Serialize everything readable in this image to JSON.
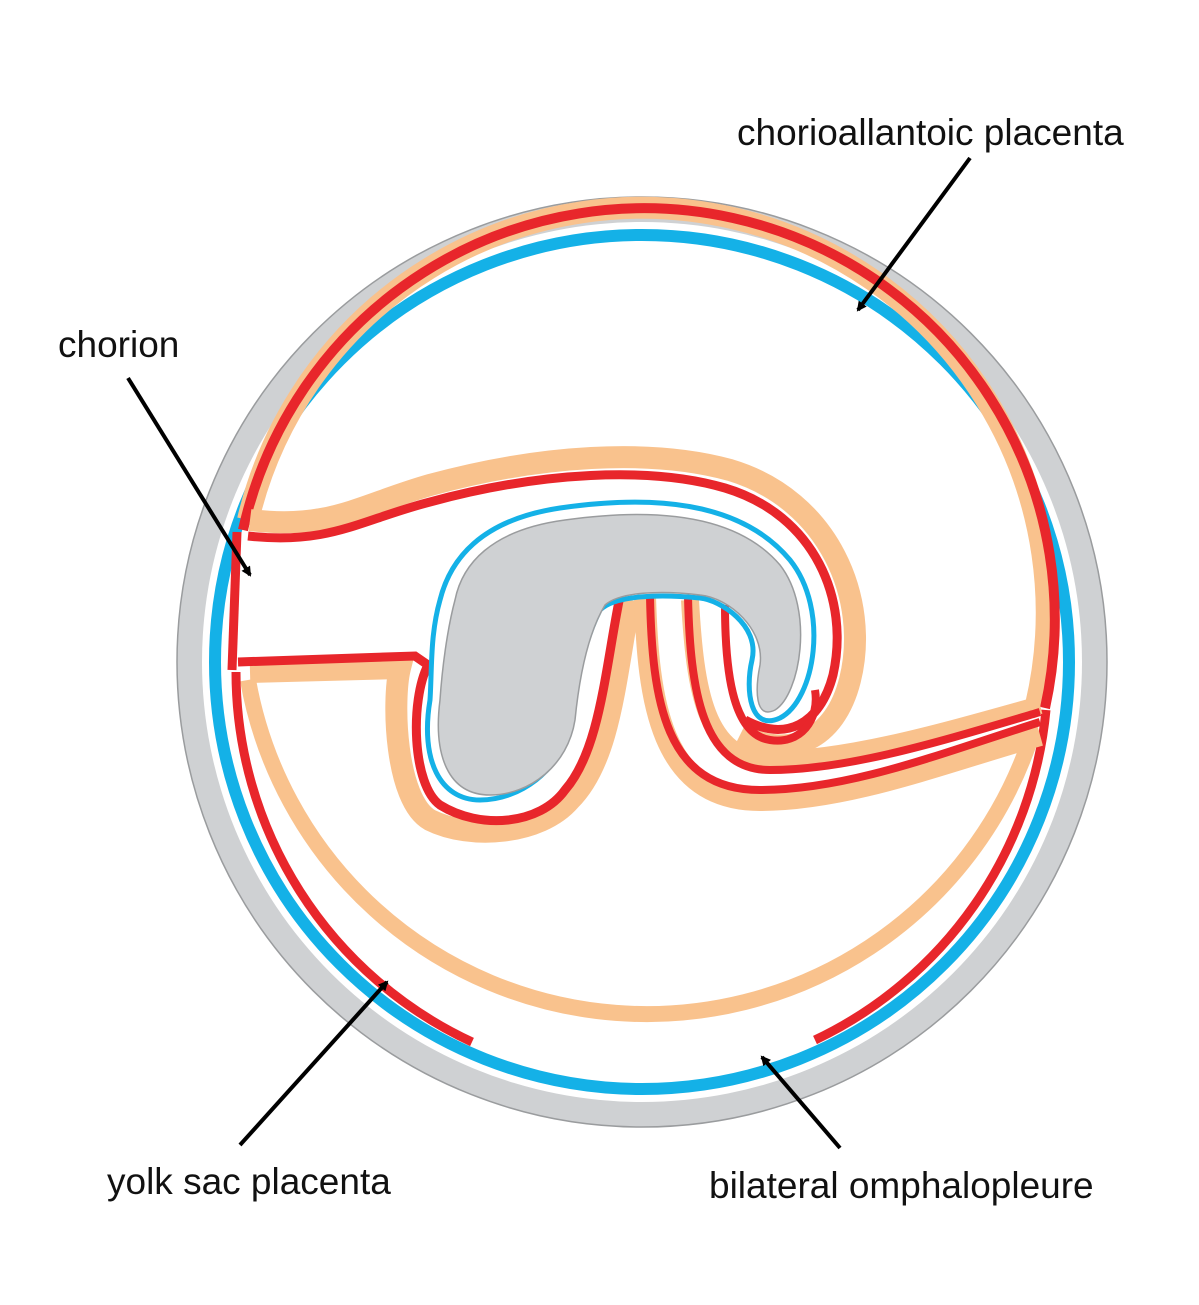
{
  "labels": {
    "chorioallantoic_placenta": "chorioallantoic placenta",
    "chorion": "chorion",
    "yolk_sac_placenta": "yolk sac placenta",
    "bilateral_omphalopleure": "bilateral omphalopleure"
  },
  "colors": {
    "uterine_wall": "#cfd1d3",
    "maternal_epithelium": "#14b1e7",
    "fetal_membrane_red": "#e8262b",
    "fetal_membrane_orange": "#f9c28d",
    "embryo": "#cfd1d3",
    "arrow": "#000000",
    "background": "#ffffff"
  }
}
